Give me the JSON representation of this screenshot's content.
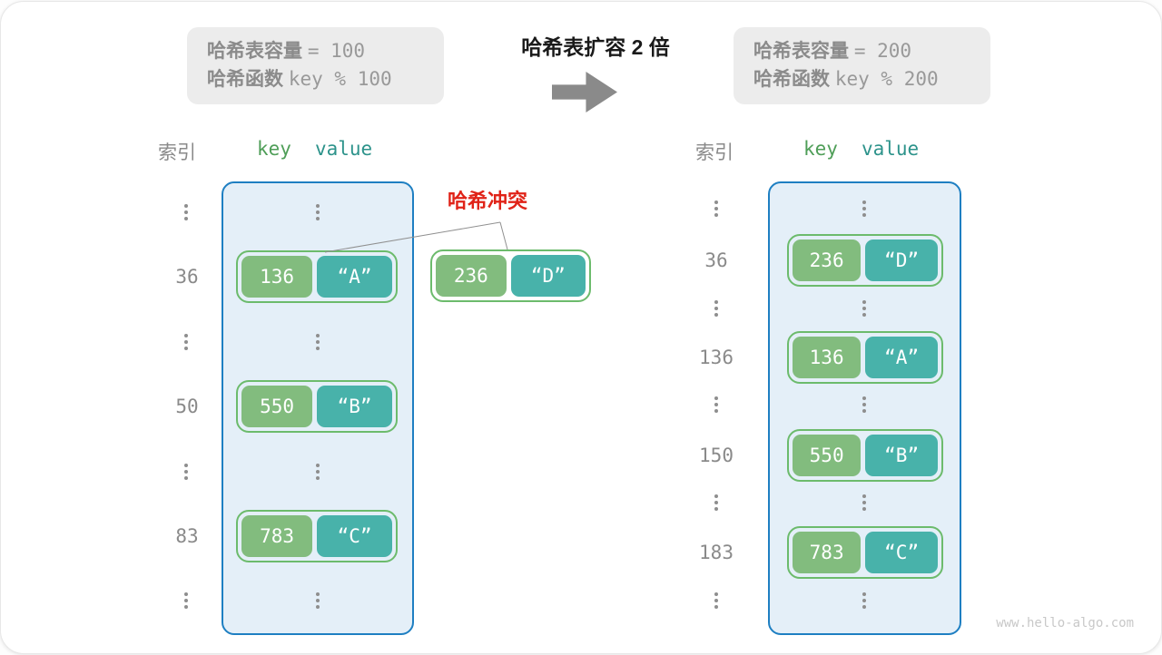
{
  "before_box": {
    "capacity_label": "哈希表容量",
    "capacity_value": "= 100",
    "hash_label": "哈希函数",
    "hash_value": "key % 100"
  },
  "after_box": {
    "capacity_label": "哈希表容量",
    "capacity_value": "= 200",
    "hash_label": "哈希函数",
    "hash_value": "key % 200"
  },
  "transition": {
    "title": "哈希表扩容 2 倍"
  },
  "collision": {
    "label": "哈希冲突"
  },
  "collision_pair": {
    "key": "236",
    "value": "“D”"
  },
  "left_table": {
    "index_header": "索引",
    "key_header": "key",
    "value_header": "value",
    "rows": [
      {
        "index": "36",
        "key": "136",
        "value": "“A”"
      },
      {
        "index": "50",
        "key": "550",
        "value": "“B”"
      },
      {
        "index": "83",
        "key": "783",
        "value": "“C”"
      }
    ]
  },
  "right_table": {
    "index_header": "索引",
    "key_header": "key",
    "value_header": "value",
    "rows": [
      {
        "index": "36",
        "key": "236",
        "value": "“D”"
      },
      {
        "index": "136",
        "key": "136",
        "value": "“A”"
      },
      {
        "index": "150",
        "key": "550",
        "value": "“B”"
      },
      {
        "index": "183",
        "key": "783",
        "value": "“C”"
      }
    ]
  },
  "watermark": "www.hello-algo.com",
  "colors": {
    "key_green": "#82bc7e",
    "value_teal": "#48b2aa",
    "pair_border_green": "#6cbb6c",
    "bucket_bg": "#e4eff8",
    "bucket_border": "#1e7fc2",
    "collision_red": "#e02318",
    "gray_text": "#8a8a8a",
    "key_header_green": "#4f9e58",
    "value_header_teal": "#2d938b",
    "info_box_bg": "#ececec",
    "arrow_gray": "#8a8a8a"
  }
}
